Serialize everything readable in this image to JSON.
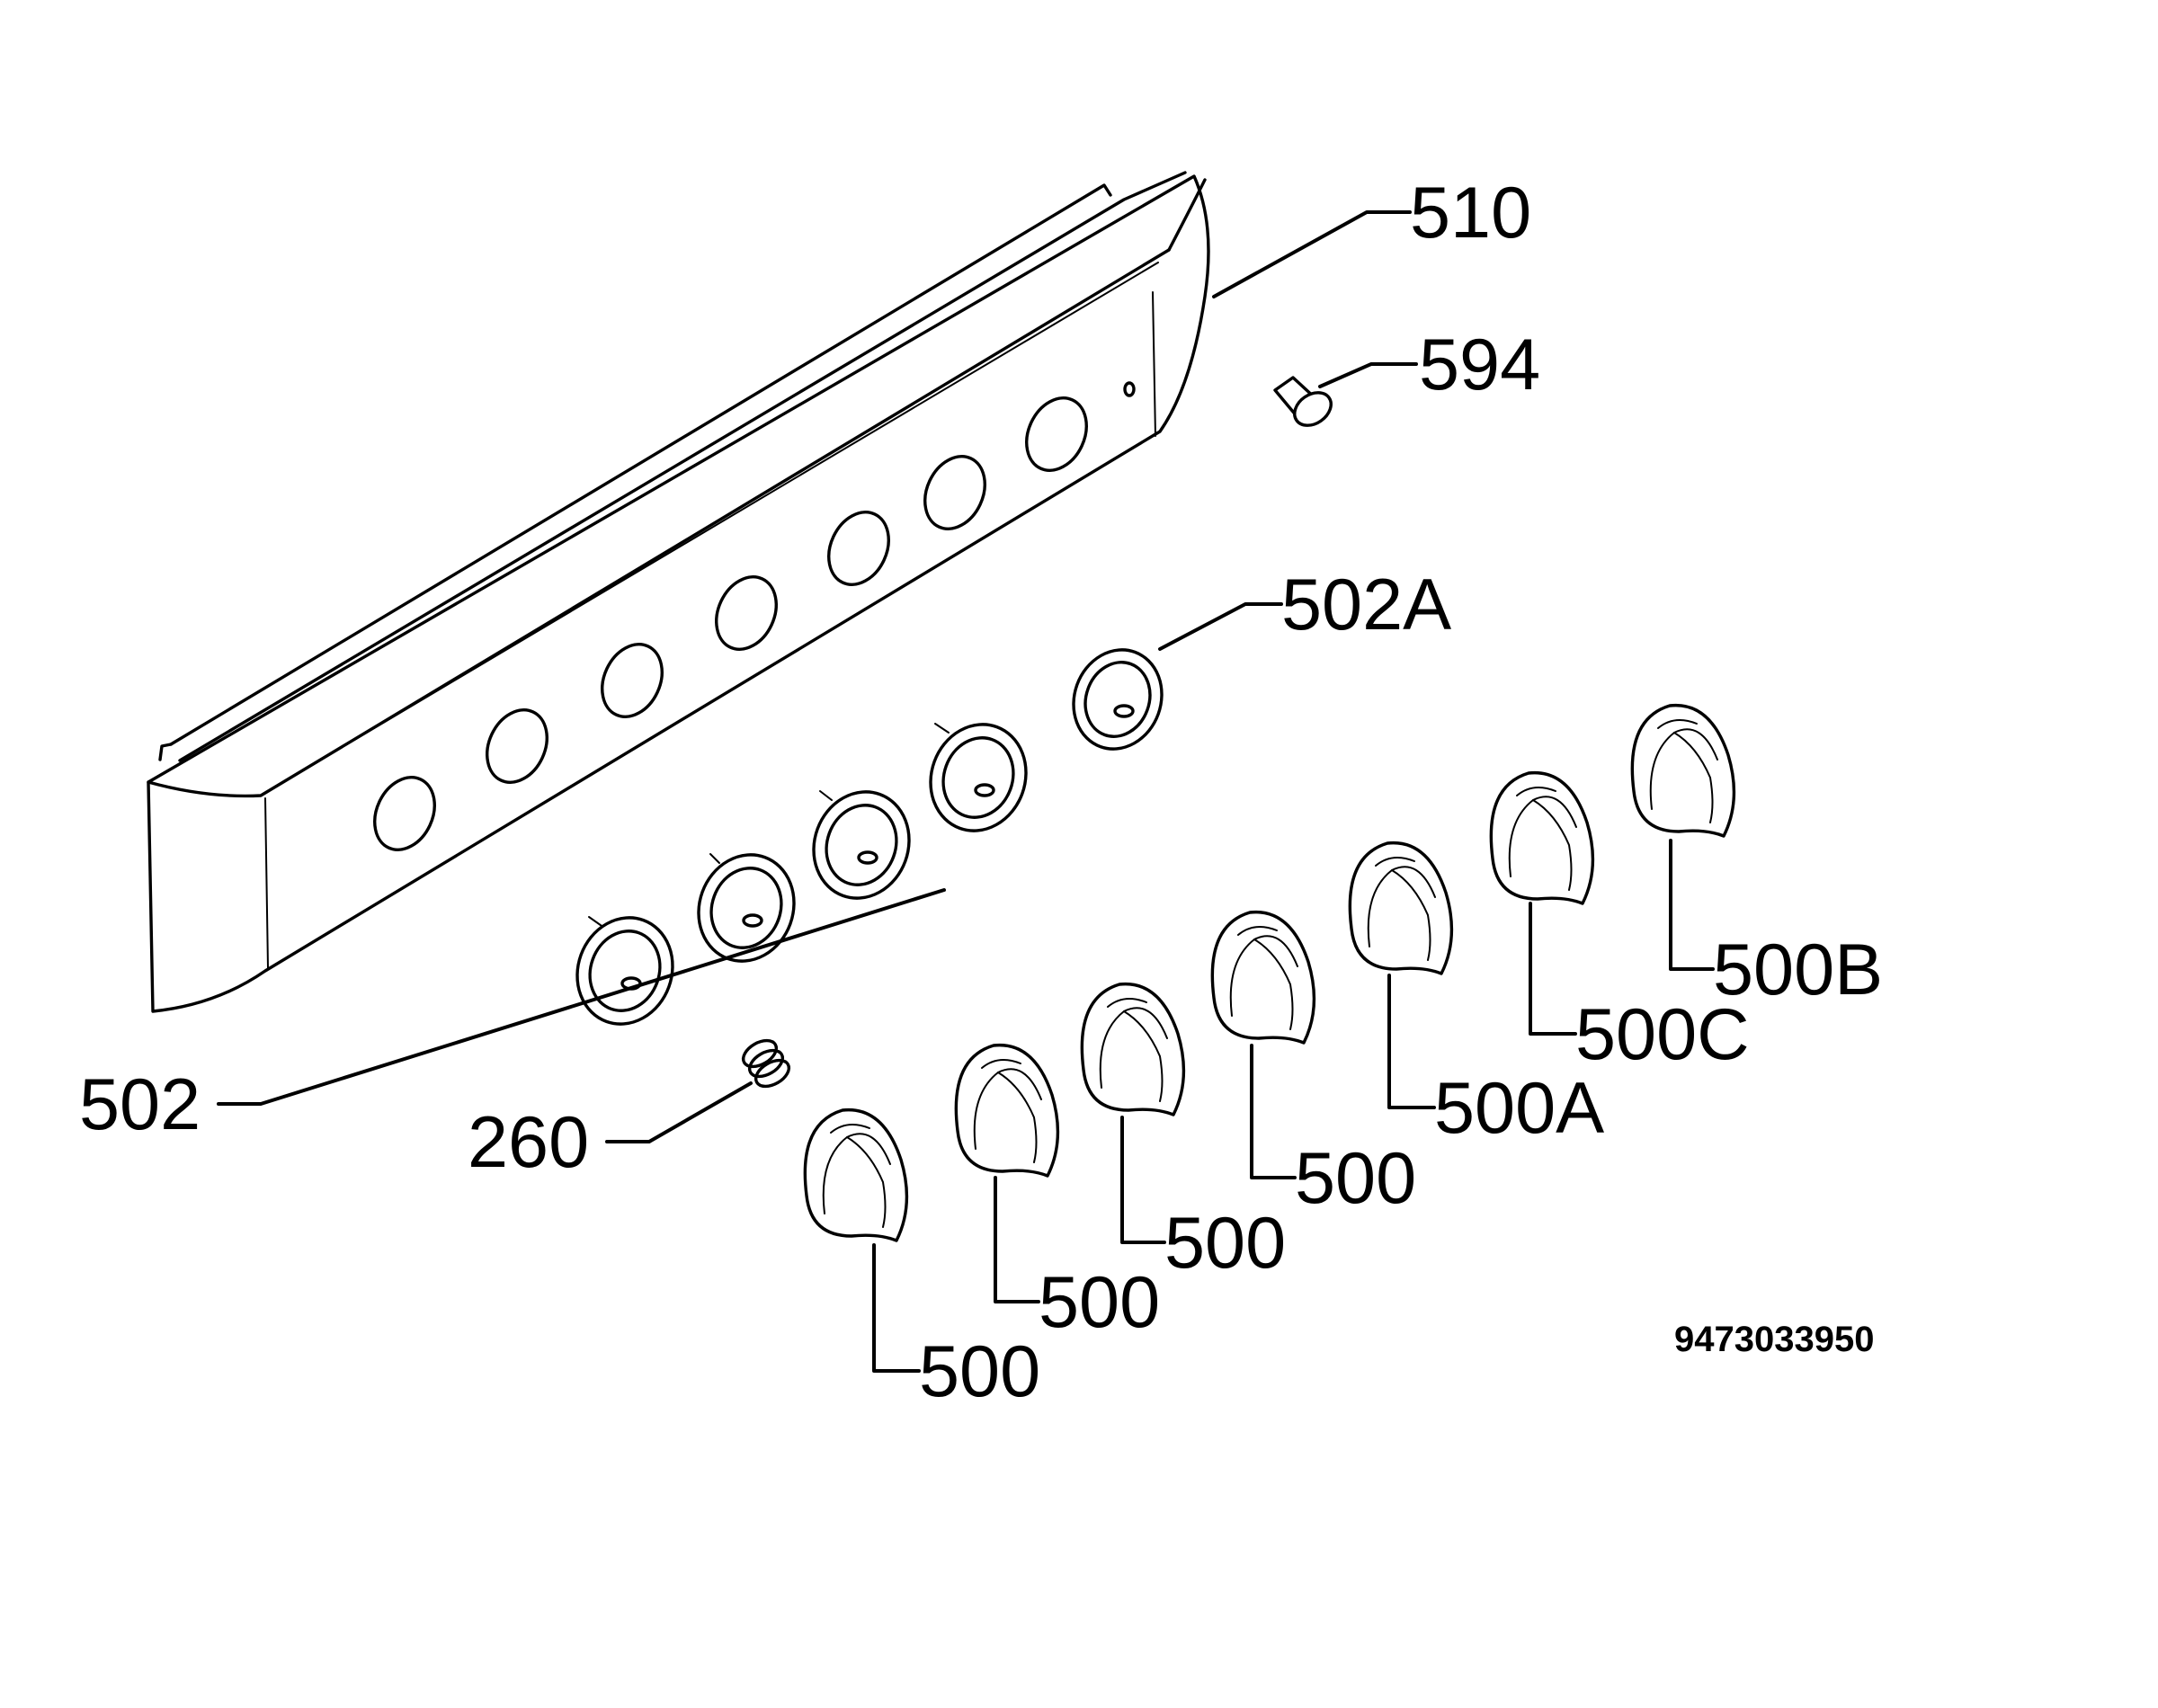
{
  "callouts": {
    "panel": "510",
    "clip": "594",
    "bezel_right": "502A",
    "bezels": "502",
    "spring": "260",
    "knob_1": "500",
    "knob_2": "500",
    "knob_3": "500",
    "knob_4": "500",
    "knob_5": "500A",
    "knob_6": "500C",
    "knob_7": "500B"
  },
  "document_number": "9473033950"
}
